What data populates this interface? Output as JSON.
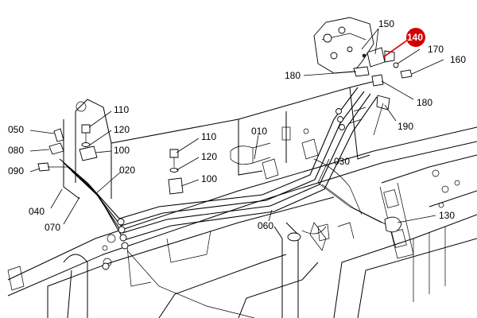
{
  "callouts": [
    {
      "id": "150",
      "text": "150"
    },
    {
      "id": "140",
      "text": "140",
      "highlight": true
    },
    {
      "id": "170",
      "text": "170"
    },
    {
      "id": "160",
      "text": "160"
    },
    {
      "id": "180a",
      "text": "180"
    },
    {
      "id": "180b",
      "text": "180"
    },
    {
      "id": "190",
      "text": "190"
    },
    {
      "id": "110a",
      "text": "110"
    },
    {
      "id": "120a",
      "text": "120"
    },
    {
      "id": "100a",
      "text": "100"
    },
    {
      "id": "050",
      "text": "050"
    },
    {
      "id": "080",
      "text": "080"
    },
    {
      "id": "090",
      "text": "090"
    },
    {
      "id": "020",
      "text": "020"
    },
    {
      "id": "010",
      "text": "010"
    },
    {
      "id": "030",
      "text": "030"
    },
    {
      "id": "110b",
      "text": "110"
    },
    {
      "id": "120b",
      "text": "120"
    },
    {
      "id": "100b",
      "text": "100"
    },
    {
      "id": "040",
      "text": "040"
    },
    {
      "id": "070",
      "text": "070"
    },
    {
      "id": "060",
      "text": "060"
    },
    {
      "id": "130",
      "text": "130"
    }
  ],
  "colors": {
    "line": "#000000",
    "highlight": "#d40000",
    "highlight_text": "#ffffff"
  }
}
